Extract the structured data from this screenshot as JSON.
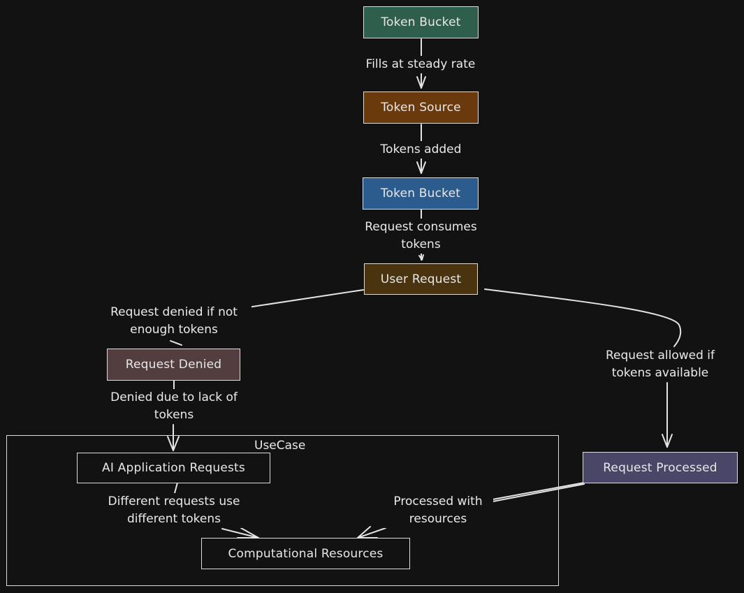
{
  "cluster": {
    "title": "UseCase"
  },
  "nodes": {
    "token_bucket_top": {
      "label": "Token Bucket",
      "color": "#2e5e4c"
    },
    "token_source": {
      "label": "Token Source",
      "color": "#6b3a0c"
    },
    "token_bucket_mid": {
      "label": "Token Bucket",
      "color": "#2c5b8d"
    },
    "user_request": {
      "label": "User Request",
      "color": "#4a3410"
    },
    "request_denied": {
      "label": "Request Denied",
      "color": "#523d3f"
    },
    "request_processed": {
      "label": "Request Processed",
      "color": "#4a4668"
    },
    "ai_app_requests": {
      "label": "AI Application Requests",
      "color": "#121212"
    },
    "computational_resources": {
      "label": "Computational Resources",
      "color": "#121212"
    }
  },
  "edges": {
    "fills_at_steady_rate": "Fills at steady rate",
    "tokens_added": "Tokens added",
    "request_consumes_tokens": "Request consumes tokens",
    "request_denied_if_not_enough": "Request denied if not enough tokens",
    "request_allowed_if_available": "Request allowed if tokens available",
    "denied_due_to_lack": "Denied due to lack of tokens",
    "different_requests_tokens": "Different requests use different tokens",
    "processed_with_resources": "Processed with resources"
  }
}
